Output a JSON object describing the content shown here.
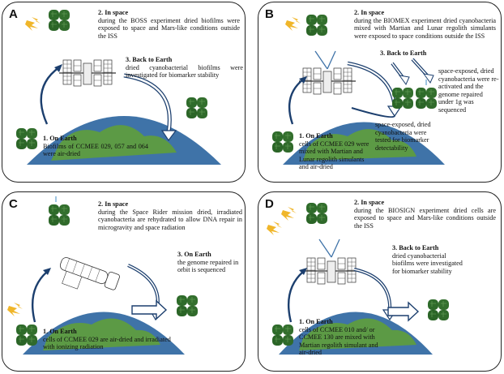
{
  "panels": [
    {
      "id": "A",
      "label": "A",
      "step1": {
        "title": "1. On Earth",
        "body": "Biofilms of CCMEE 029, 057 and 064 were air-dried"
      },
      "step2": {
        "title": "2. In space",
        "body": "during the BOSS experiment dried biofilms were exposed to space and Mars-like conditions outside the ISS"
      },
      "step3": {
        "title": "3. Back to Earth",
        "body": "dried cyanobacterial biofilms were investigated for biomarker stability"
      }
    },
    {
      "id": "B",
      "label": "B",
      "step1": {
        "title": "1. On Earth",
        "body": "cells of CCMEE 029 were mixed with Martian and Lunar regolith simulants and air-dried"
      },
      "step2": {
        "title": "2. In space",
        "body": "during the BIOMEX experiment dried cyanobacteria mixed with Martian and Lunar regolith simulants were exposed to space conditions outside the ISS"
      },
      "step3": {
        "title": "3. Back to Earth",
        "body_left": "space-exposed, dried cyanobacteria were tested for biomarker detectability",
        "body_right": "space-exposed, dried cyanobacteria were re-activated and the genome repaired under 1g was sequenced"
      }
    },
    {
      "id": "C",
      "label": "C",
      "step1": {
        "title": "1. On Earth",
        "body": "cells of CCMEE 029 are air-dried and irradiated with ionizing radiation"
      },
      "step2": {
        "title": "2. In space",
        "body": "during the Space Rider mission dried, irradiated cyanobacteria are rehydrated to allow DNA repair in microgravity and space radiation"
      },
      "step3": {
        "title": "3. On Earth",
        "body": "the genome repaired in orbit is sequenced"
      }
    },
    {
      "id": "D",
      "label": "D",
      "step1": {
        "title": "1. On Earth",
        "body": "cells of CCMEE 010 and/ or CCMEE 130 are mixed with Martian regolith simulant and air-dried"
      },
      "step2": {
        "title": "2. In space",
        "body": "during the BIOSIGN experiment dried cells are exposed to space and Mars-like conditions outside the ISS"
      },
      "step3": {
        "title": "3. Back to Earth",
        "body": "dried cyanobacterial biofilms were investigated for biomarker stability"
      }
    }
  ],
  "colors": {
    "ocean": "#3f73a8",
    "land": "#5c9a45",
    "cell": "#2e6b2a",
    "cell_light": "#6fa860",
    "sun": "#f0b62a",
    "arrow": "#1c3f6e"
  }
}
